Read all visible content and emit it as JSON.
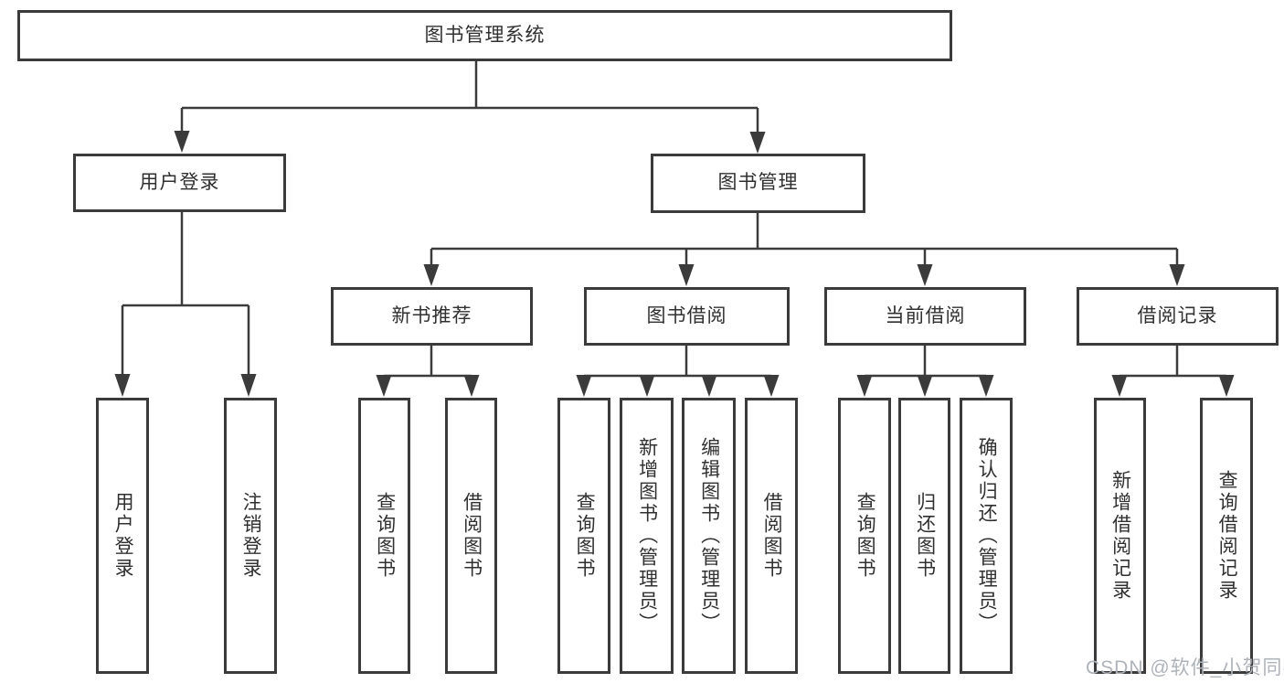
{
  "tree": {
    "root": {
      "label": "图书管理系统",
      "children": [
        {
          "label": "用户登录",
          "children": [
            {
              "label": "用户登录"
            },
            {
              "label": "注销登录"
            }
          ]
        },
        {
          "label": "图书管理",
          "children": [
            {
              "label": "新书推荐",
              "children": [
                {
                  "label": "查询图书"
                },
                {
                  "label": "借阅图书"
                }
              ]
            },
            {
              "label": "图书借阅",
              "children": [
                {
                  "label": "查询图书"
                },
                {
                  "label": "新增图书（管理员）"
                },
                {
                  "label": "编辑图书（管理员）"
                },
                {
                  "label": "借阅图书"
                }
              ]
            },
            {
              "label": "当前借阅",
              "children": [
                {
                  "label": "查询图书"
                },
                {
                  "label": "归还图书"
                },
                {
                  "label": "确认归还（管理员）"
                }
              ]
            },
            {
              "label": "借阅记录",
              "children": [
                {
                  "label": "新增借阅记录"
                },
                {
                  "label": "查询借阅记录"
                }
              ]
            }
          ]
        }
      ]
    }
  },
  "watermark": {
    "text": "CSDN @软件_小贺同学"
  },
  "colors": {
    "line": "#3b3b3b",
    "box_border": "#3b3b3b",
    "text": "#303030",
    "watermark": "#aeb3b9",
    "background": "#ffffff"
  }
}
